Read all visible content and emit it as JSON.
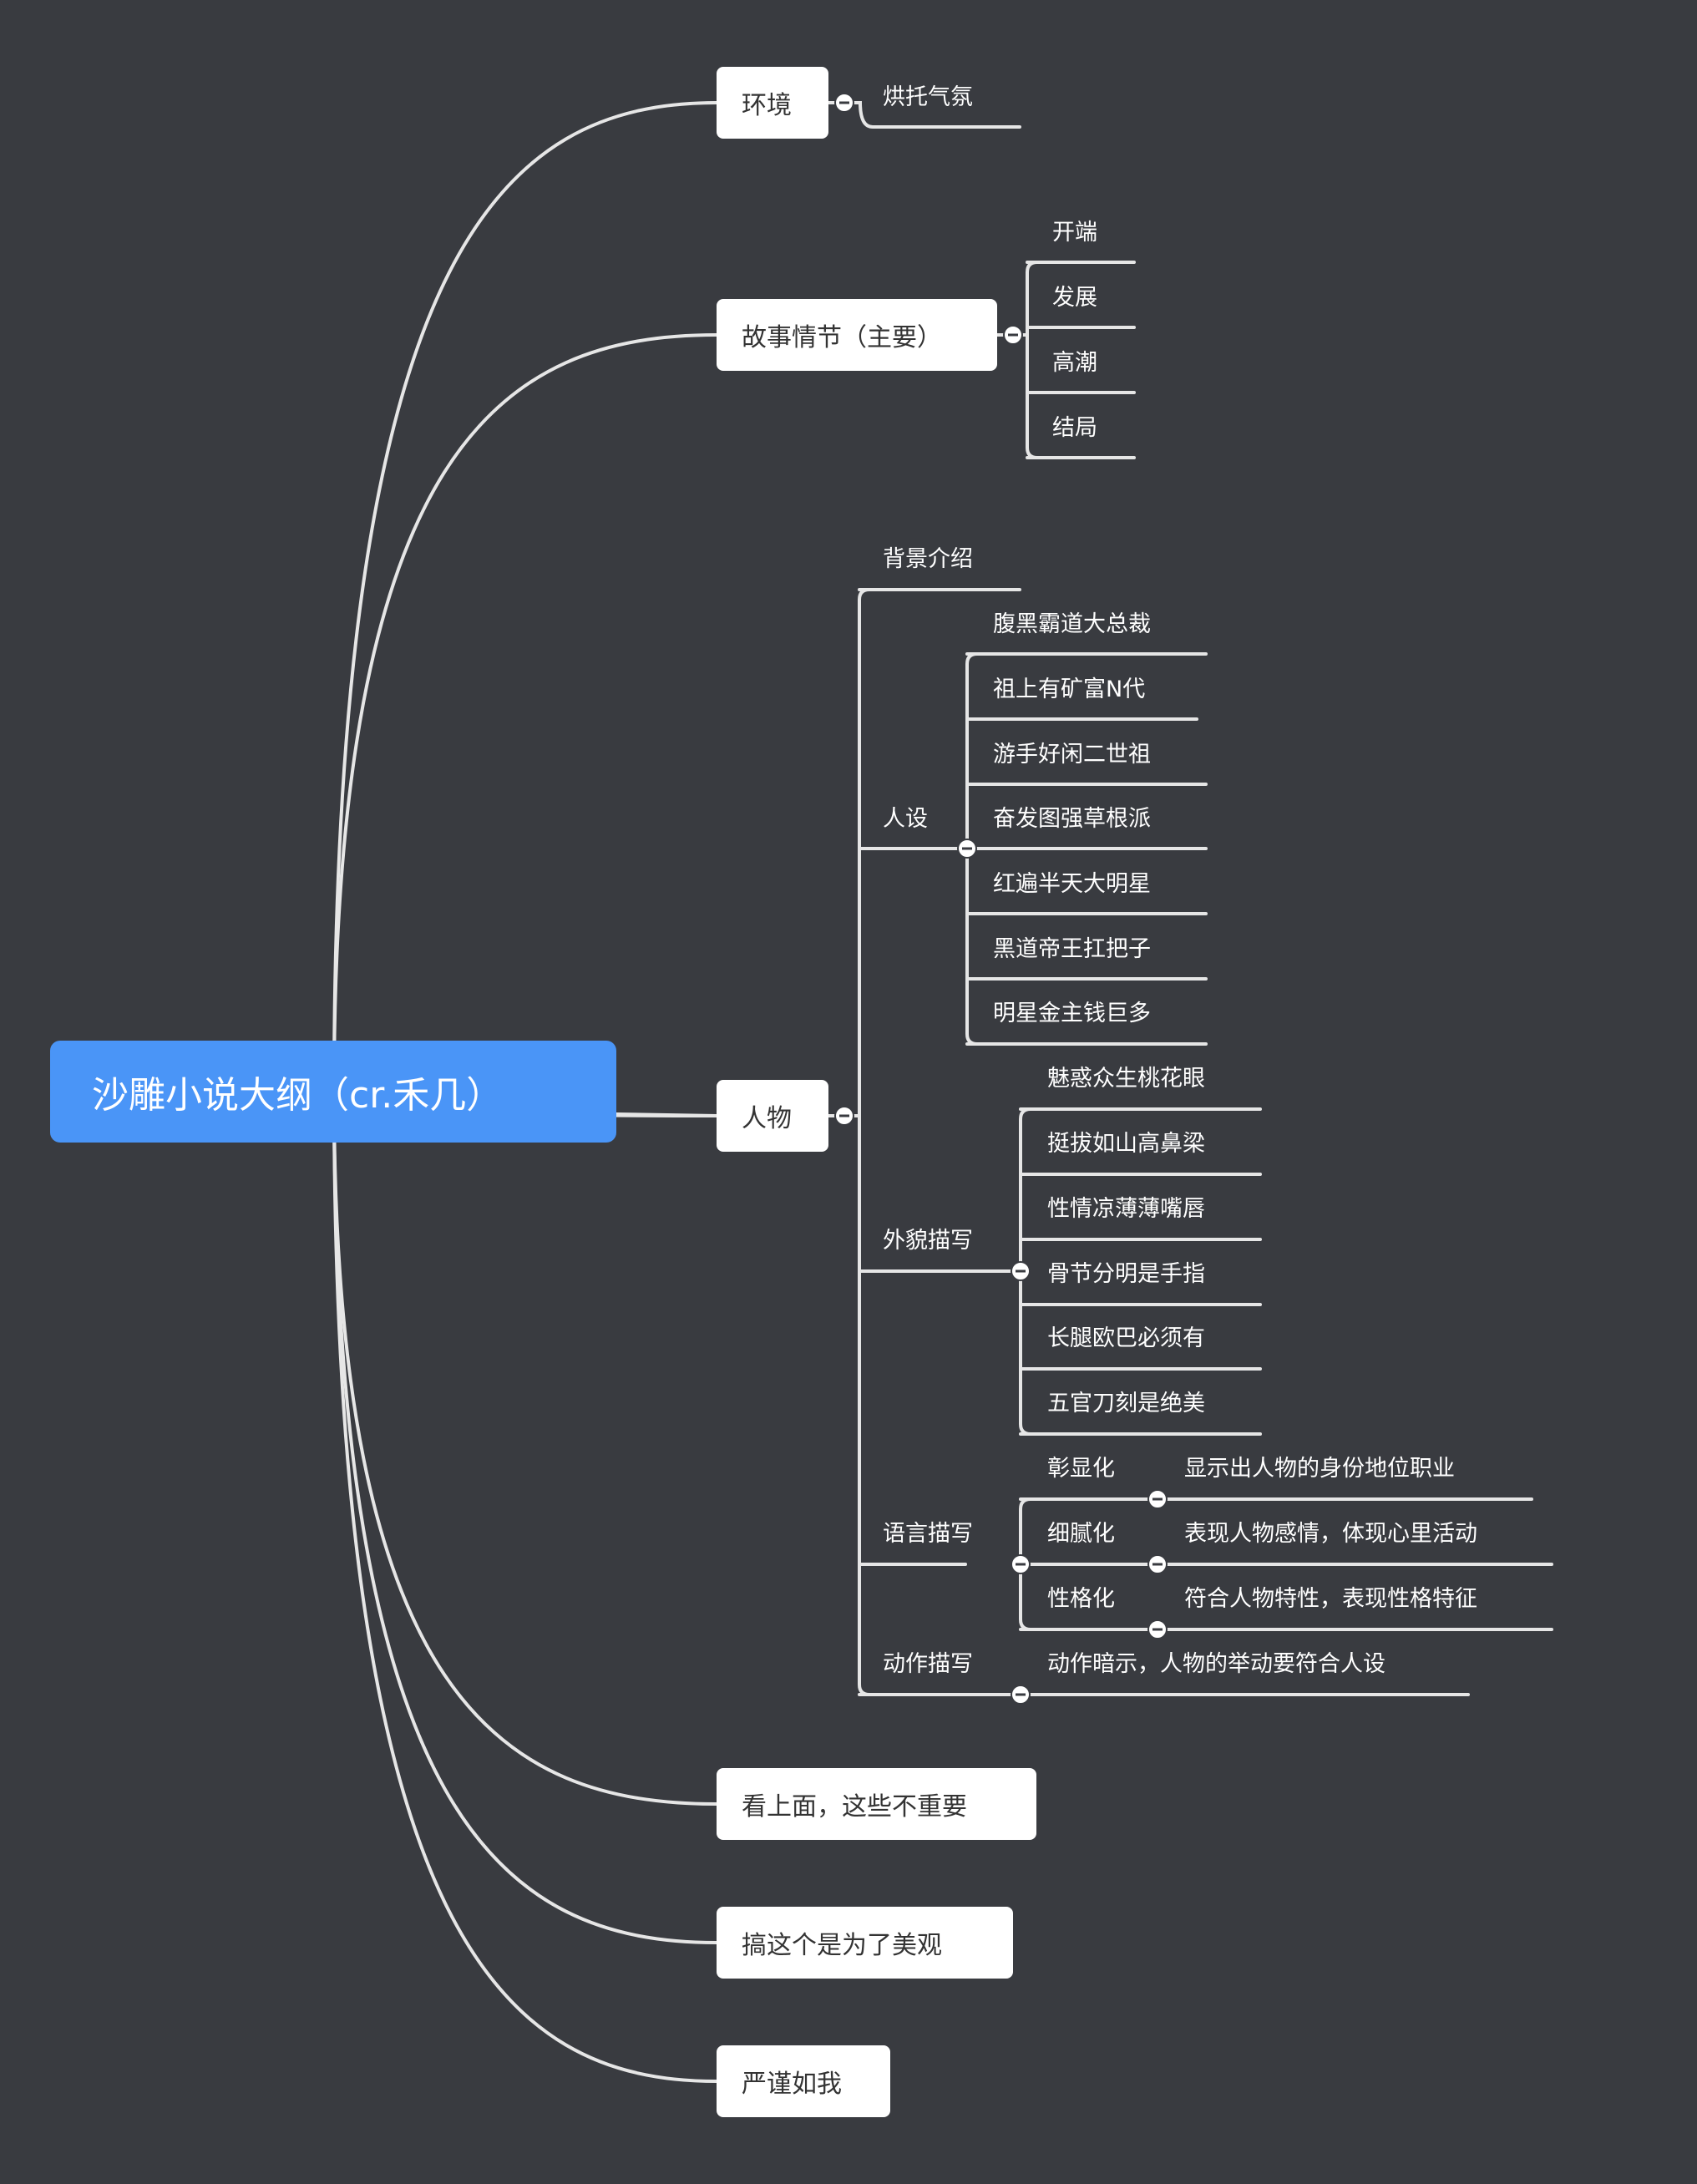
{
  "root": {
    "title": "沙雕小说大纲（cr.禾几）"
  },
  "main_topics": [
    {
      "label": "环境"
    },
    {
      "label": "故事情节（主要）"
    },
    {
      "label": "人物"
    },
    {
      "label": "看上面，这些不重要"
    },
    {
      "label": "搞这个是为了美观"
    },
    {
      "label": "严谨如我"
    }
  ],
  "environment": {
    "children": [
      "烘托气氛"
    ]
  },
  "plot": {
    "children": [
      "开端",
      "发展",
      "高潮",
      "结局"
    ]
  },
  "characters": {
    "background": "背景介绍",
    "persona": {
      "label": "人设",
      "children": [
        "腹黑霸道大总裁",
        "祖上有矿富N代",
        "游手好闲二世祖",
        "奋发图强草根派",
        "红遍半天大明星",
        "黑道帝王扛把子",
        "明星金主钱巨多"
      ]
    },
    "appearance": {
      "label": "外貌描写",
      "children": [
        "魅惑众生桃花眼",
        "挺拔如山高鼻梁",
        "性情凉薄薄嘴唇",
        "骨节分明是手指",
        "长腿欧巴必须有",
        "五官刀刻是绝美"
      ]
    },
    "speech": {
      "label": "语言描写",
      "children": [
        {
          "label": "彰显化",
          "detail": "显示出人物的身份地位职业"
        },
        {
          "label": "细腻化",
          "detail": "表现人物感情，体现心里活动"
        },
        {
          "label": "性格化",
          "detail": "符合人物特性，表现性格特征"
        }
      ]
    },
    "action": {
      "label": "动作描写",
      "detail": "动作暗示，人物的举动要符合人设"
    }
  },
  "colors": {
    "background": "#393b40",
    "root_fill": "#4a95f7",
    "topic_fill": "#ffffff",
    "line": "#e6e6e6"
  }
}
